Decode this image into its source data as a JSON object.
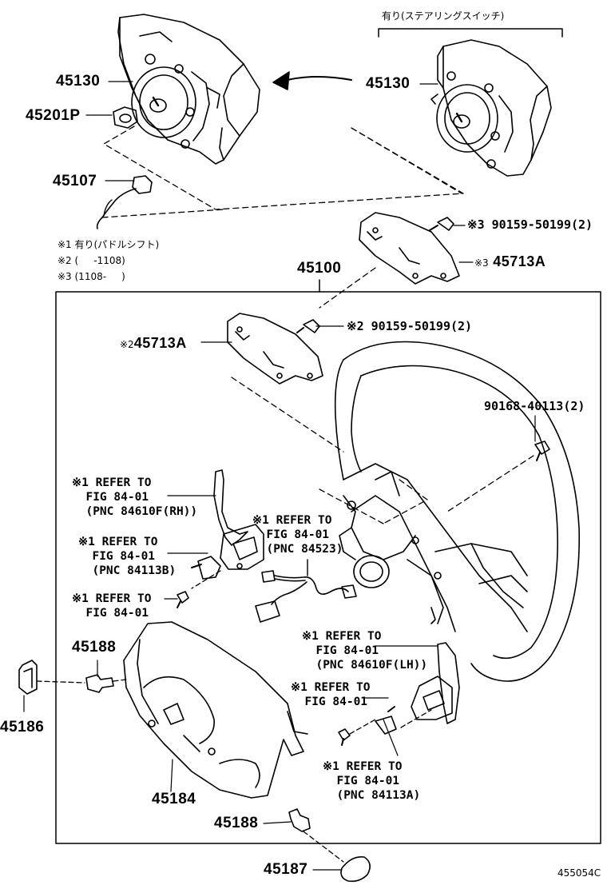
{
  "header_note": "有り(ステアリングスイッチ)",
  "notes": [
    "※1 有り(パドルシフト)",
    "※2 (     -1108)",
    "※3 (1108-     )"
  ],
  "parts": {
    "p45130_left": "45130",
    "p45130_right": "45130",
    "p45201P": "45201P",
    "p45107": "45107",
    "p90159_3": "※3 90159-50199(2)",
    "p45713A_3": "※3 45713A",
    "p45100": "45100",
    "p90159_2": "※2 90159-50199(2)",
    "p45713A_2": "※2 45713A",
    "p90168": "90168-40113(2)",
    "p45188_top": "45188",
    "p45186": "45186",
    "p45184": "45184",
    "p45188_bottom": "45188",
    "p45187": "45187"
  },
  "refs": {
    "r1": "※1 REFER TO\n  FIG 84-01\n  (PNC 84610F(RH))",
    "r2": "※1 REFER TO\n  FIG 84-01\n  (PNC 84523)",
    "r3": "※1 REFER TO\n  FIG 84-01\n  (PNC 84113B)",
    "r4": "※1 REFER TO\n  FIG 84-01",
    "r5": "※1 REFER TO\n  FIG 84-01\n  (PNC 84610F(LH))",
    "r6": "※1 REFER TO\n  FIG 84-01",
    "r7": "※1 REFER TO\n  FIG 84-01\n  (PNC 84113A)"
  },
  "figure_id": "455054C"
}
